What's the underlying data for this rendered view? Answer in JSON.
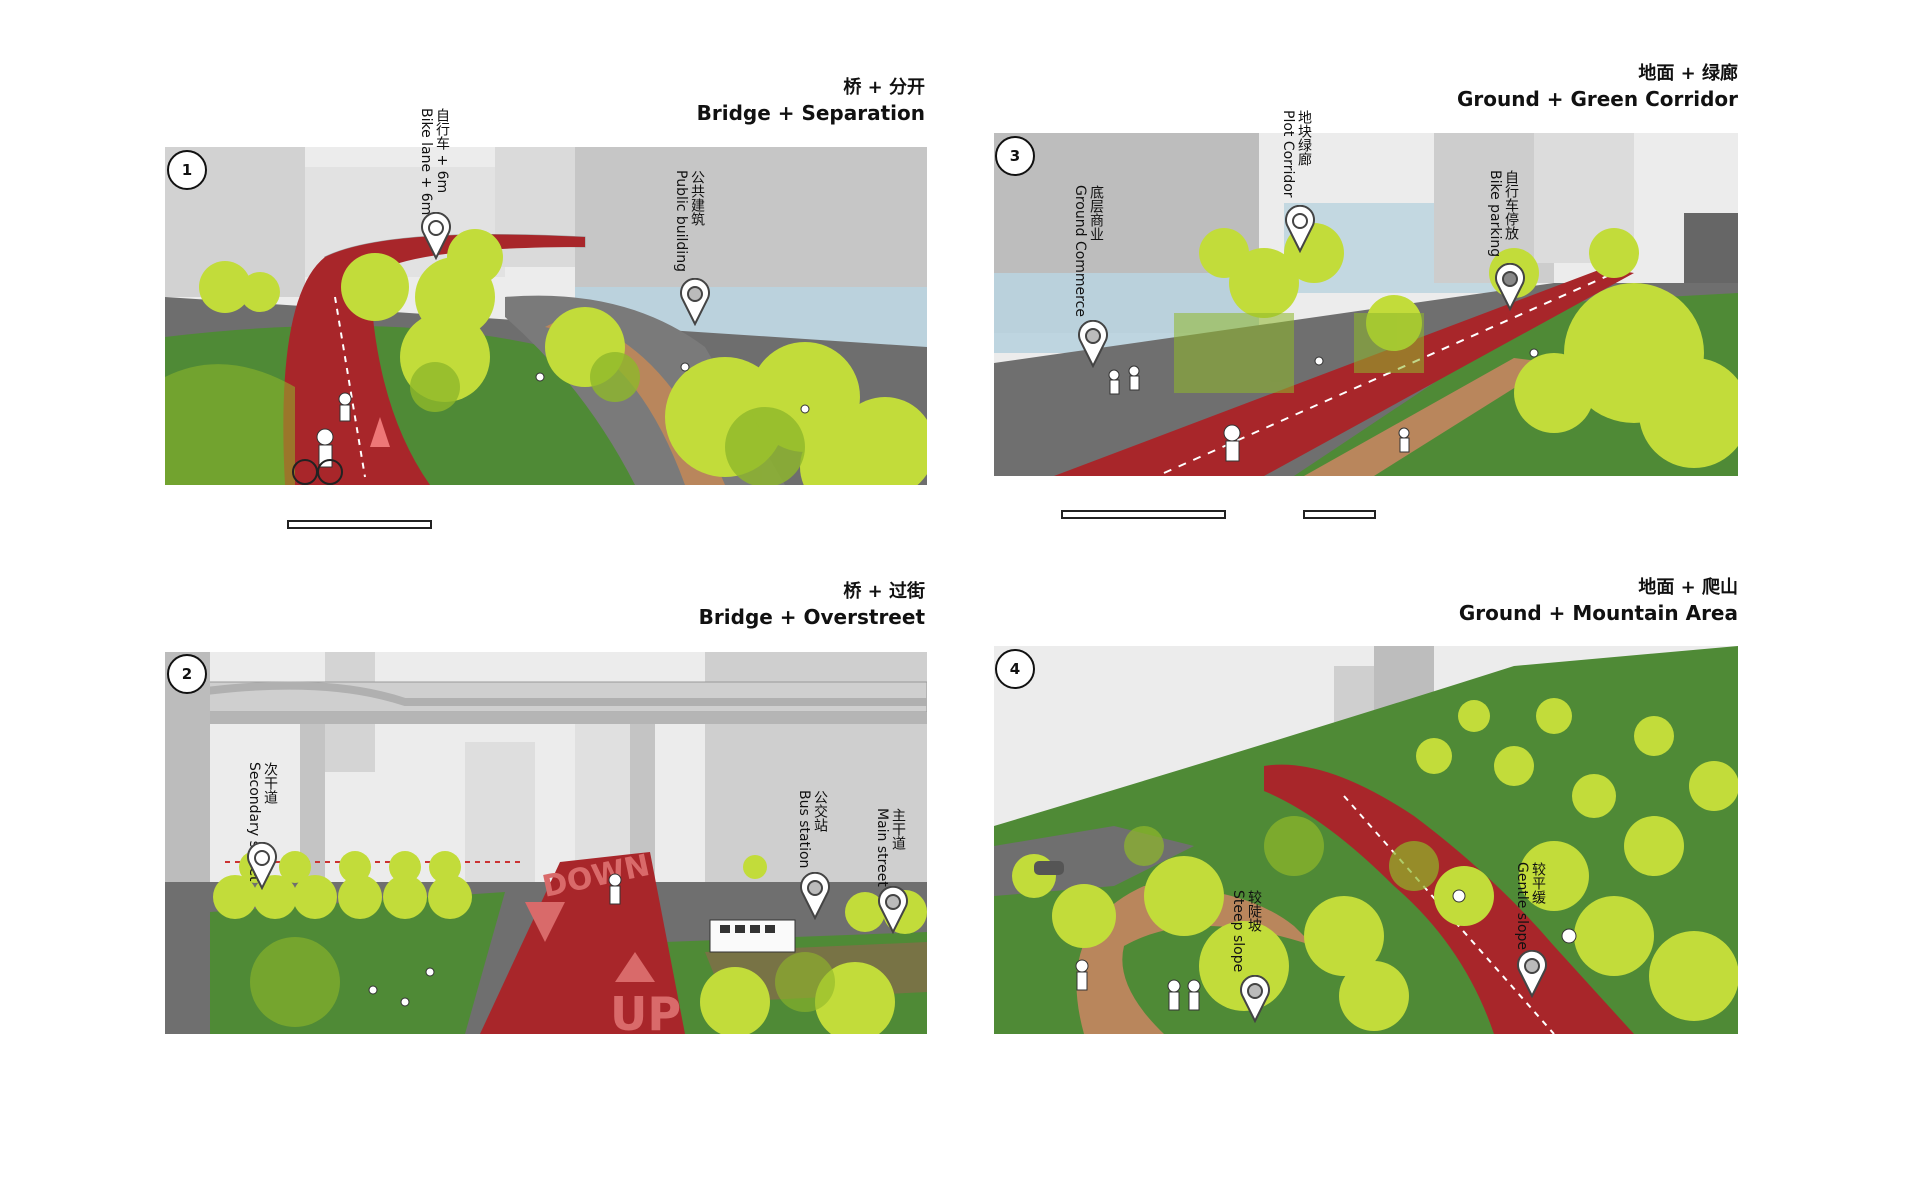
{
  "panels": [
    {
      "number": "1",
      "title_zh": "桥 + 分开",
      "title_en": "Bridge + Separation",
      "labels": [
        {
          "zh": "自行车 + 6m",
          "en": "Bike lane + 6m"
        },
        {
          "zh": "公共建筑",
          "en": "Public building"
        }
      ]
    },
    {
      "number": "2",
      "title_zh": "桥 + 过街",
      "title_en": "Bridge + Overstreet",
      "labels": [
        {
          "zh": "次干道",
          "en": "Secondary street"
        },
        {
          "zh": "公交站",
          "en": "Bus station"
        },
        {
          "zh": "主干道",
          "en": "Main street"
        }
      ],
      "road_marks": {
        "down": "DOWN",
        "up": "UP"
      }
    },
    {
      "number": "3",
      "title_zh": "地面 + 绿廊",
      "title_en": "Ground + Green Corridor",
      "labels": [
        {
          "zh": "底层商业",
          "en": "Ground Commerce"
        },
        {
          "zh": "地块绿廊",
          "en": "Plot Corridor"
        },
        {
          "zh": "自行车停放",
          "en": "Bike parking"
        }
      ]
    },
    {
      "number": "4",
      "title_zh": "地面 + 爬山",
      "title_en": "Ground + Mountain Area",
      "labels": [
        {
          "zh": "较陡坡",
          "en": "Steep slope"
        },
        {
          "zh": "较平缓",
          "en": "Gentle slope"
        }
      ]
    }
  ],
  "colors": {
    "bike_lane": "#a8262a",
    "walk_path": "#b9865c",
    "tree": "#c2dc3a",
    "tree_dark": "#8fb82a",
    "grass": "#4f8a36",
    "road": "#7b7b7b",
    "building": "#c9c9c9",
    "glass": "#b9d3df"
  }
}
